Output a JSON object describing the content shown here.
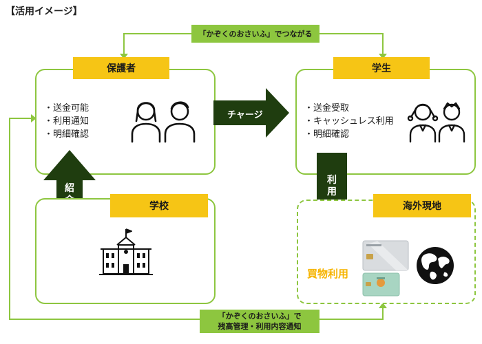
{
  "title": "【活用イメージ】",
  "top_banner": "「かぞくのおさいふ」でつながる",
  "guardian": {
    "label": "保護者",
    "items": [
      "・送金可能",
      "・利用通知",
      "・明細確認"
    ]
  },
  "student": {
    "label": "学生",
    "items": [
      "・送金受取",
      "・キャッシュレス利用",
      "・明細確認"
    ]
  },
  "charge_label": "チャージ",
  "intro_label": [
    "紹",
    "介"
  ],
  "use_label": [
    "利",
    "用"
  ],
  "school": {
    "label": "学校"
  },
  "overseas": {
    "label": "海外現地",
    "purchase": "買物利用"
  },
  "bottom_banner": [
    "「かぞくのおさいふ」で",
    "残高管理・利用内容通知"
  ],
  "colors": {
    "green": "#8dc63f",
    "dark_green": "#1f3d0f",
    "yellow": "#f6c515"
  },
  "icons": [
    "people-icon",
    "students-icon",
    "school-building-icon",
    "globe-icon",
    "credit-card-icon"
  ]
}
